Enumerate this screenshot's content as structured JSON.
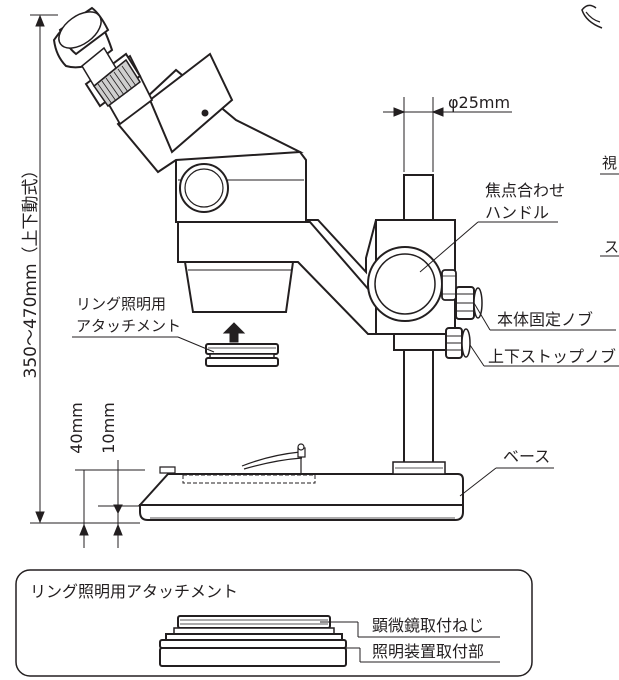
{
  "dimensions": {
    "height_range": "350～470mm（上下動式）",
    "pillar_diameter": "φ25mm",
    "base_height_40": "40mm",
    "base_height_10": "10mm"
  },
  "labels": {
    "focus_handle": [
      "焦点合わせ",
      "ハンドル"
    ],
    "ring_light_attachment": [
      "リング照明用",
      "アタッチメント"
    ],
    "body_lock_knob": "本体固定ノブ",
    "stop_knob": "上下ストップノブ",
    "base": "ベース",
    "cut_1": "視",
    "cut_2": "ス"
  },
  "inset": {
    "title": "リング照明用アタッチメント",
    "thread_label": "顕微鏡取付ねじ",
    "mount_label": "照明装置取付部"
  },
  "colors": {
    "line": "#231f20",
    "fill": "#ffffff",
    "shade": "#cfcfcf"
  }
}
